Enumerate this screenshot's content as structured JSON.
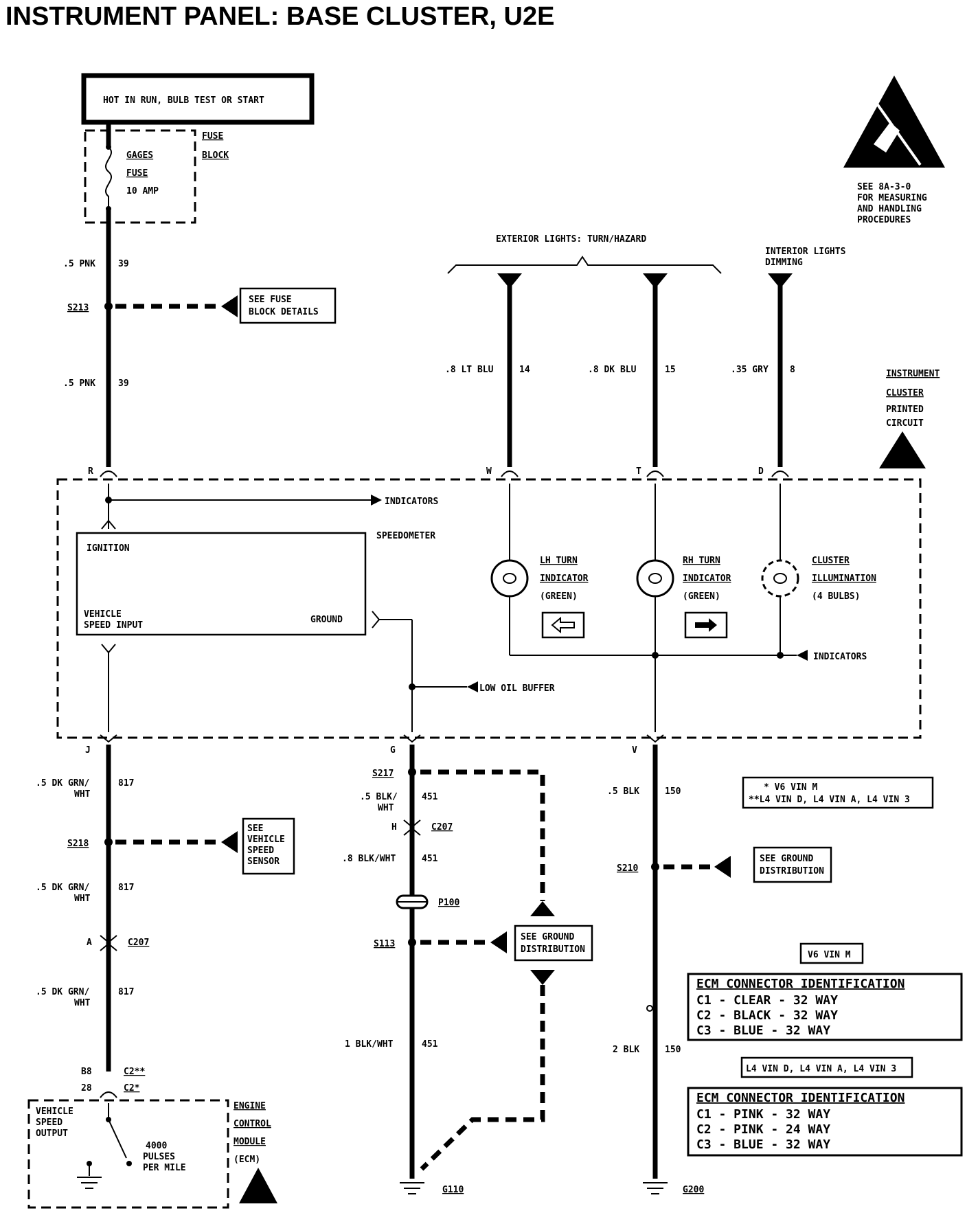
{
  "title": "INSTRUMENT PANEL: BASE CLUSTER, U2E",
  "power_box": "HOT IN RUN, BULB TEST OR START",
  "fuse": {
    "name": "GAGES",
    "type": "FUSE",
    "rating": "10 AMP",
    "block_1": "FUSE",
    "block_2": "BLOCK"
  },
  "esd": {
    "line1": "SEE 8A-3-0",
    "line2": "FOR MEASURING",
    "line3": "AND HANDLING",
    "line4": "PROCEDURES"
  },
  "exterior_lights": "EXTERIOR LIGHTS: TURN/HAZARD",
  "interior_lights_1": "INTERIOR LIGHTS",
  "interior_lights_2": "DIMMING",
  "cluster_label": {
    "l1": "INSTRUMENT",
    "l2": "CLUSTER",
    "l3": "PRINTED",
    "l4": "CIRCUIT"
  },
  "wires": {
    "pnk_gauge": ".5 PNK",
    "pnk_circuit": "39",
    "lh_gauge": ".8 LT BLU",
    "lh_circuit": "14",
    "rh_gauge": ".8 DK BLU",
    "rh_circuit": "15",
    "dim_gauge": ".35 GRY",
    "dim_circuit": "8",
    "vss_gauge_1": ".5 DK GRN/",
    "vss_gauge_2": "WHT",
    "vss_circuit": "817",
    "gnd_gauge_1": ".5 BLK/",
    "gnd_gauge_2": "WHT",
    "gnd_circuit": "451",
    "gnd2_gauge": ".8 BLK/WHT",
    "gnd3_gauge": "1 BLK/WHT",
    "blk_gauge": ".5 BLK",
    "blk_circuit": "150",
    "blk2_gauge": "2 BLK"
  },
  "splices": {
    "s213": "S213",
    "s218": "S218",
    "s217": "S217",
    "s113": "S113",
    "s210": "S210"
  },
  "refs": {
    "fuse_block_1": "SEE FUSE",
    "fuse_block_2": "BLOCK DETAILS",
    "vss_1": "SEE",
    "vss_2": "VEHICLE",
    "vss_3": "SPEED",
    "vss_4": "SENSOR",
    "gnd_1": "SEE GROUND",
    "gnd_2": "DISTRIBUTION"
  },
  "pins": {
    "r": "R",
    "w": "W",
    "t": "T",
    "d": "D",
    "j": "J",
    "g": "G",
    "v": "V",
    "h": "H",
    "a": "A",
    "b8": "B8",
    "p28": "28"
  },
  "connectors": {
    "c207": "C207",
    "p100": "P100",
    "c2_dd": "C2**",
    "c2_d": "C2*"
  },
  "cluster": {
    "indicators": "INDICATORS",
    "speedometer": "SPEEDOMETER",
    "ignition": "IGNITION",
    "vsi_1": "VEHICLE",
    "vsi_2": "SPEED INPUT",
    "ground": "GROUND",
    "lh_1": "LH TURN",
    "lh_2": "INDICATOR",
    "lh_3": "(GREEN)",
    "rh_1": "RH TURN",
    "rh_2": "INDICATOR",
    "rh_3": "(GREEN)",
    "ill_1": "CLUSTER",
    "ill_2": "ILLUMINATION",
    "ill_3": "(4 BULBS)",
    "indicators_2": "INDICATORS",
    "low_oil": "LOW OIL BUFFER"
  },
  "ecm": {
    "vso_1": "VEHICLE",
    "vso_2": "SPEED",
    "vso_3": "OUTPUT",
    "pulses_1": "4000",
    "pulses_2": "PULSES",
    "pulses_3": "PER MILE",
    "name_1": "ENGINE",
    "name_2": "CONTROL",
    "name_3": "MODULE",
    "name_4": "(ECM)"
  },
  "grounds": {
    "g110": "G110",
    "g200": "G200"
  },
  "notes": {
    "vin_1": "* V6 VIN M",
    "vin_2": "**L4 VIN D, L4 VIN A, L4 VIN 3",
    "v6": "V6 VIN M",
    "l4": "L4 VIN D, L4 VIN A, L4 VIN 3"
  },
  "ecm_table_1": {
    "title": "ECM CONNECTOR IDENTIFICATION",
    "rows": [
      "C1 - CLEAR - 32 WAY",
      "C2 - BLACK - 32 WAY",
      "C3 - BLUE  - 32 WAY"
    ]
  },
  "ecm_table_2": {
    "title": "ECM CONNECTOR IDENTIFICATION",
    "rows": [
      "C1 - PINK  - 32 WAY",
      "C2 - PINK  - 24 WAY",
      "C3 - BLUE  - 32 WAY"
    ]
  }
}
